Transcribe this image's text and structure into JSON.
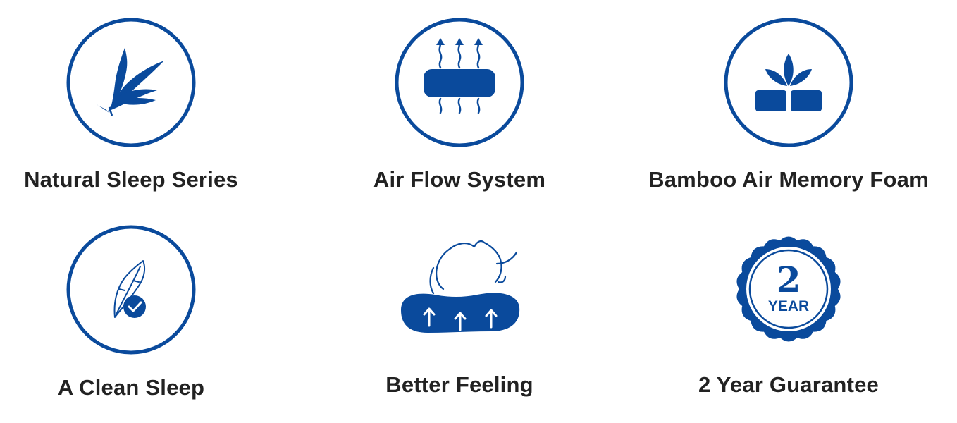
{
  "colors": {
    "brand_blue": "#0a4a9c",
    "text": "#222222",
    "background": "#ffffff"
  },
  "features": [
    {
      "label": "Natural Sleep Series",
      "icon": "bamboo-leaf-icon"
    },
    {
      "label": "Air Flow System",
      "icon": "air-flow-foam-icon"
    },
    {
      "label": "Bamboo Air Memory Foam",
      "icon": "bamboo-foam-blocks-icon"
    },
    {
      "label": "A Clean Sleep",
      "icon": "feather-check-icon"
    },
    {
      "label": "Better Feeling",
      "icon": "head-pillow-icon"
    },
    {
      "label": "2 Year Guarantee",
      "icon": "guarantee-seal-icon"
    }
  ],
  "seal": {
    "number": "2",
    "word": "YEAR"
  }
}
